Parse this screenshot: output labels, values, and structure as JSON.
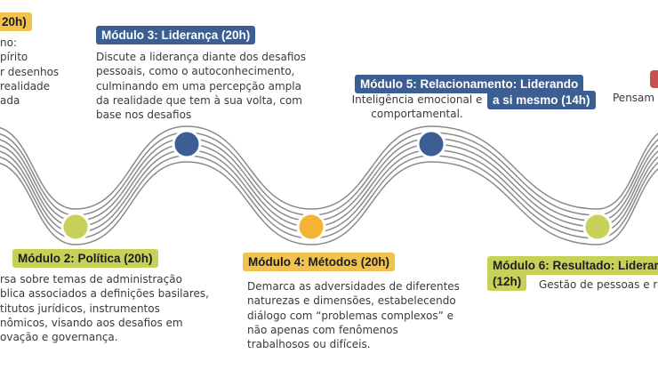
{
  "modules": [
    {
      "label": "20h)",
      "description": "no:\npírito\nr desenhos\n realidade\nada"
    },
    {
      "label": "Módulo 2: Política (20h)",
      "description": "rsa sobre temas de administração\nblica associados a definições basilares,\ntitutos jurídicos, instrumentos\nnômicos, visando aos desafios em\novação e governança."
    },
    {
      "label": "Módulo 3: Liderança (20h)",
      "description": "Discute a liderança diante dos desafios\npessoais, como o autoconhecimento,\nculminando em uma percepção ampla\nda realidade que tem à sua volta, com\nbase nos desafios"
    },
    {
      "label": "Módulo 4: Métodos (20h)",
      "description": "Demarca as adversidades de diferentes\nnaturezas e dimensões, estabelecendo\ndiálogo com “problemas complexos” e\nnão apenas com fenômenos\ntrabalhosos ou difíceis."
    },
    {
      "label_line1": "Módulo 5: Relacionamento: Liderando",
      "label_line2": "a si mesmo (14h)",
      "description": "Inteligência emocional e\ncomportamental."
    },
    {
      "label_line1": "Módulo 6: Resultado: Lideranç",
      "label_line2": "(12h)",
      "description": "Gestão de pessoas e r"
    },
    {
      "description": "Pensam"
    }
  ],
  "colors": {
    "blue": "#3b5e93",
    "green": "#c7d157",
    "yellow": "#f2c24f",
    "orange": "#f5b335",
    "red": "#c8504f",
    "wave": "#8a8a8a"
  }
}
